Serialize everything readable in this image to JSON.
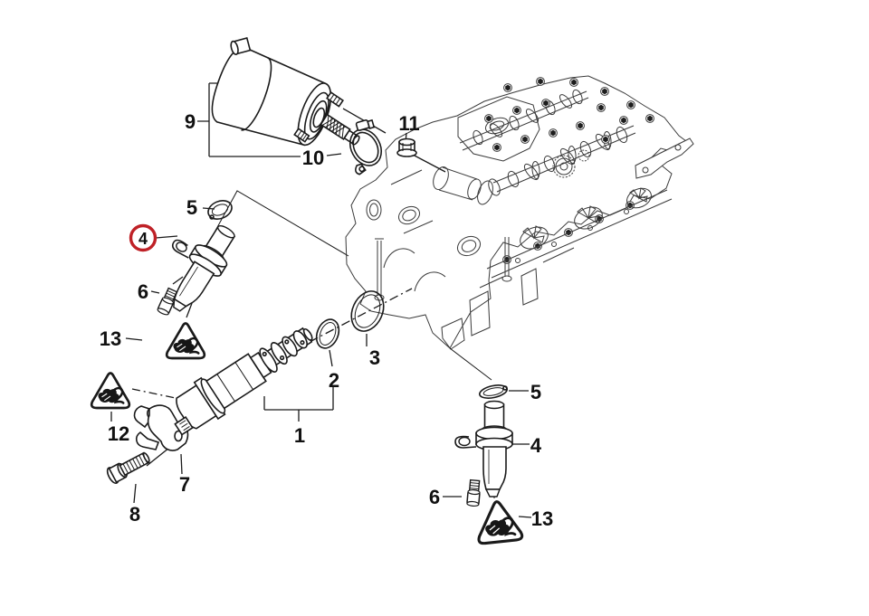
{
  "figure": {
    "kind": "exploded-parts-diagram",
    "description": "Engine cylinder head exploded view with camshaft sensors, solenoid valve, seals and mounting hardware",
    "background": "#ffffff"
  },
  "colors": {
    "line": "#1a1a1a",
    "engine_line": "#3a3a3a",
    "label": "#111111",
    "highlight": "#bf2127"
  },
  "labels": {
    "n1": "1",
    "n2": "2",
    "n3": "3",
    "n4": "4",
    "n5": "5",
    "n6": "6",
    "n7": "7",
    "n8": "8",
    "n9": "9",
    "n10": "10",
    "n11": "11",
    "n12": "12",
    "n13": "13"
  },
  "highlight": {
    "label": "4",
    "shape": "circle-outline",
    "color": "#bf2127"
  },
  "icons": {
    "warning_triangle": "connector-caution-triangle"
  }
}
